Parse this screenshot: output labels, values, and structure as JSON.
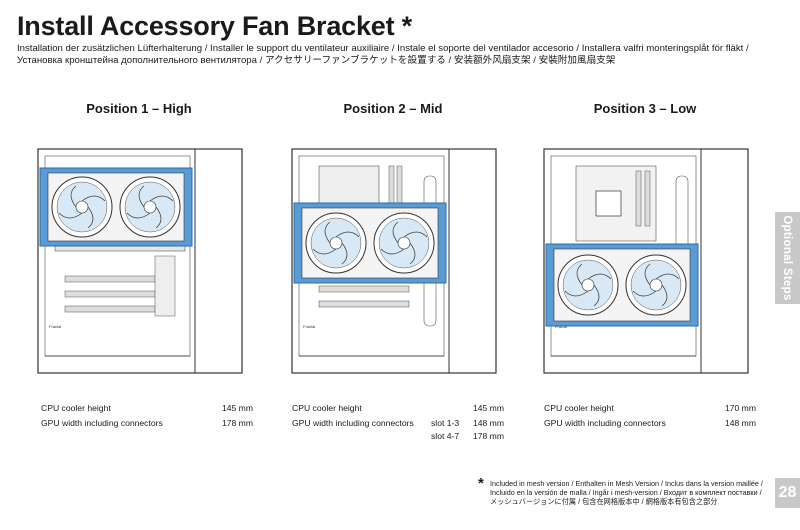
{
  "header": {
    "title": "Install Accessory Fan Bracket *",
    "subtitle": "Installation der zusätzlichen Lüfterhalterung / Installer le support du ventilateur auxiliaire / Instale el soporte del ventilador accesorio / Installera valfri monteringsplåt för fläkt / Установка кронштейна дополнительного вентилятора / アクセサリーファンブラケットを設置する / 安装额外风扇支架 / 安裝附加風扇支架"
  },
  "positions": [
    {
      "heading": "Position 1 – High",
      "brand": "Fractal",
      "specs": {
        "cpu_label": "CPU cooler height",
        "cpu_value": "145 mm",
        "gpu_label": "GPU width including connectors",
        "gpu_value": "178 mm"
      }
    },
    {
      "heading": "Position 2 – Mid",
      "brand": "Fractal",
      "specs": {
        "cpu_label": "CPU cooler height",
        "cpu_value": "145 mm",
        "gpu_label": "GPU width including connectors",
        "slot1_label": "slot 1-3",
        "slot1_value": "148 mm",
        "slot2_label": "slot 4-7",
        "slot2_value": "178 mm"
      }
    },
    {
      "heading": "Position 3 – Low",
      "brand": "Fractal",
      "specs": {
        "cpu_label": "CPU cooler height",
        "cpu_value": "170 mm",
        "gpu_label": "GPU width including connectors",
        "gpu_value": "148 mm"
      }
    }
  ],
  "side_tab": {
    "label": "Optional Steps"
  },
  "page_number": "28",
  "footnote": {
    "symbol": "*",
    "line1": "Included in mesh version / Enthalten in Mesh Version / Inclus dans la version maillée /",
    "line2": "Incluido en la versión de malla / Ingår i mesh-version / Входит в комплект поставки /",
    "line3": "メッシュバージョンに付属 / 包含在网格版本中 / 網格版本有包含之部分"
  },
  "colors": {
    "bracket": "#5b9bd5",
    "bracket_dark": "#2e6aa8",
    "outline": "#333333",
    "tab": "#c8c8c8"
  }
}
